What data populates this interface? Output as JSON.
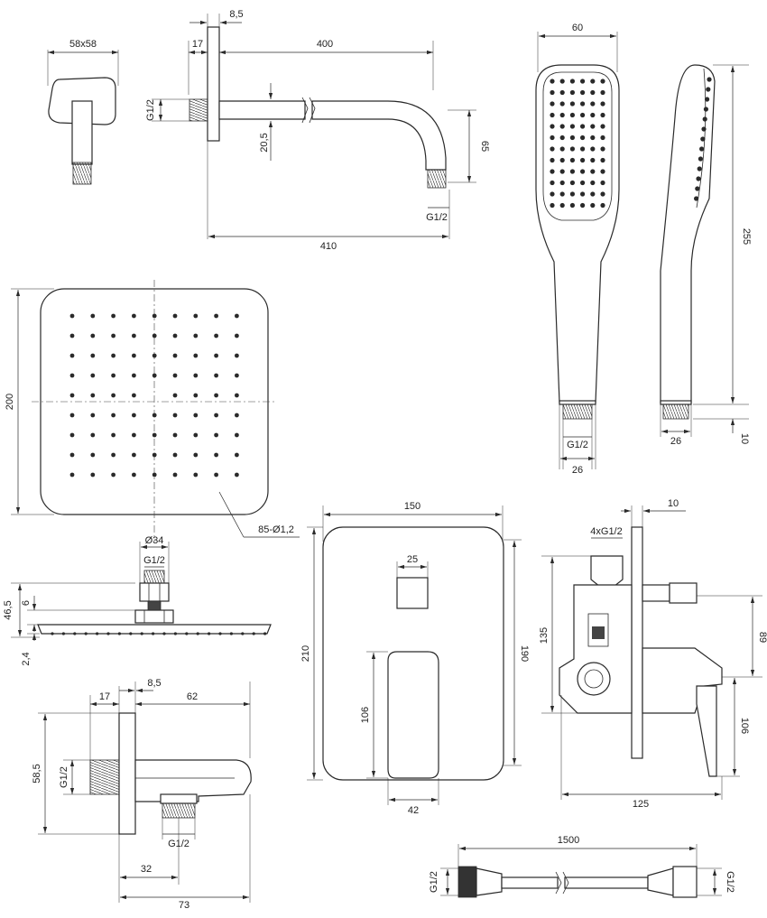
{
  "dimensions": {
    "arm_top_width": "58x58",
    "arm_flange_offset": "8,5",
    "arm_flange_depth": "17",
    "arm_length_top": "400",
    "arm_thread_left": "G1/2",
    "arm_drop": "20,5",
    "arm_height": "65",
    "arm_thread_bottom": "G1/2",
    "arm_total_length": "410",
    "hand_width": "60",
    "hand_length": "255",
    "hand_thread": "G1/2",
    "hand_neck_front": "26",
    "hand_neck_side": "26",
    "hand_thread_len": "10",
    "head_size": "200",
    "head_nozzles": "85-Ø1,2",
    "head_conn_dia": "Ø34",
    "head_conn_thread": "G1/2",
    "head_height": "46,5",
    "head_nut": "6",
    "head_plate": "2,4",
    "plate_width": "150",
    "plate_knob": "25",
    "plate_height": "210",
    "plate_inner_height": "190",
    "plate_lever_height": "106",
    "plate_lever_width": "42",
    "valve_thread": "4xG1/2",
    "valve_plate_thick": "10",
    "valve_height": "135",
    "valve_offset": "89",
    "valve_lever": "106",
    "valve_depth": "125",
    "outlet_flange_offset": "8,5",
    "outlet_flange_depth": "17",
    "outlet_length": "62",
    "outlet_thread_left": "G1/2",
    "outlet_height": "58,5",
    "outlet_thread_bottom": "G1/2",
    "outlet_mid": "32",
    "outlet_total": "73",
    "hose_length": "1500",
    "hose_thread_left": "G1/2",
    "hose_thread_right": "G1/2"
  }
}
